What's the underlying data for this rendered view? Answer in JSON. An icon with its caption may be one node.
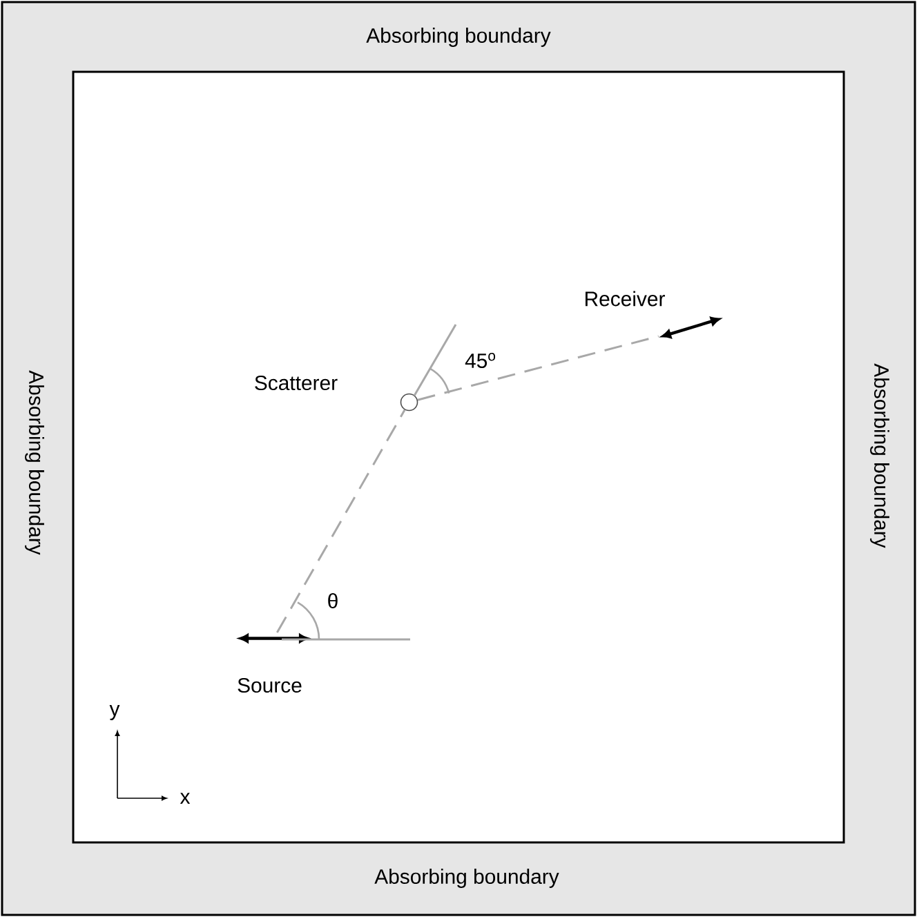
{
  "diagram": {
    "nodes": [
      {
        "text": [
          "Absorbing boundary",
          "Absorbing boundary",
          "Absorbing boundary",
          "Absorbing boundary"
        ]
      },
      {
        "text": [],
        "shape": "arrow",
        "beside": [
          "Source"
        ],
        "in": 0
      },
      {
        "text": [],
        "shape": "circle",
        "beside": [
          "Scatterer"
        ],
        "in": 0
      },
      {
        "text": [],
        "shape": "arrow",
        "beside": [
          "Receiver"
        ],
        "in": 0
      }
    ],
    "edges": [
      {
        "from": 1,
        "to": 2,
        "arrow": "none",
        "style": "dashed"
      },
      {
        "from": 2,
        "to": 3,
        "arrow": "none",
        "style": "dashed"
      }
    ],
    "labels": [
      "45$^{o}$",
      "θ",
      "y",
      "x"
    ]
  }
}
